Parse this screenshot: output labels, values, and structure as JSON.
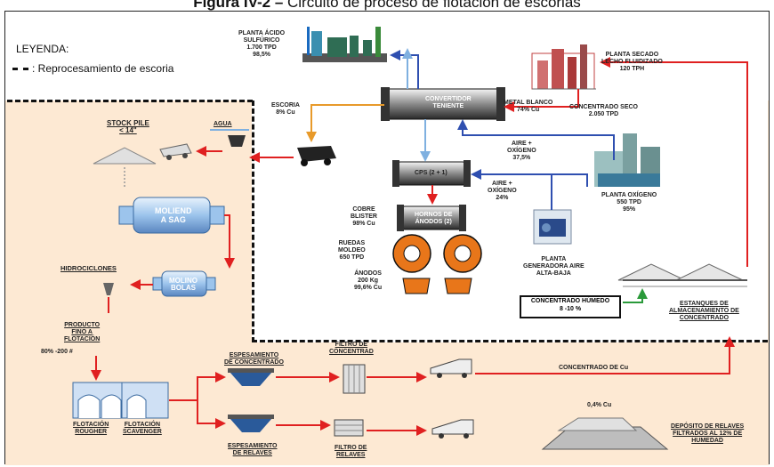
{
  "caption": {
    "prefix": "Figura IV-2 – ",
    "text": "Circuito de proceso de flotación de escorias"
  },
  "legend": {
    "title": "LEYENDA:",
    "item": ": Reprocesamiento de escoria"
  },
  "labels": {
    "planta_acido": [
      "PLANTA ÁCIDO",
      "SULFÚRICO",
      "1.700 TPD",
      "98,5%"
    ],
    "planta_secado": [
      "PLANTA SECADO",
      "LECHO FLUIDIZADO",
      "120 TPH"
    ],
    "escoria": [
      "ESCORIA",
      "8% Cu"
    ],
    "convertidor": [
      "CONVERTIDOR",
      "TENIENTE"
    ],
    "metal_blanco": [
      "METAL BLANCO",
      "74% Cu"
    ],
    "concentrado_seco": [
      "CONCENTRADO SECO",
      "2.050 TPD"
    ],
    "stock_pile": [
      "STOCK PILE",
      "< 14\""
    ],
    "agua": "AGUA",
    "aire_oxigeno_1": [
      "AIRE +",
      "OXÍGENO",
      "37,5%"
    ],
    "cps": "CPS (2 + 1)",
    "aire_oxigeno_2": [
      "AIRE +",
      "OXÍGENO",
      "24%"
    ],
    "planta_oxigeno": [
      "PLANTA OXÍGENO",
      "550 TPD",
      "95%"
    ],
    "molienda": [
      "MOLIEND",
      "A SAG"
    ],
    "cobre_blister": [
      "COBRE",
      "BLISTER",
      "98% Cu"
    ],
    "hornos": [
      "HORNOS DE",
      "ÁNODOS (2)"
    ],
    "ruedas": [
      "RUEDAS",
      "MOLDEO",
      "650 TPD"
    ],
    "anodos": [
      "ÁNODOS",
      "200 Kg",
      "99,6% Cu"
    ],
    "planta_generadora": [
      "PLANTA",
      "GENERADORA AIRE",
      "ALTA-BAJA"
    ],
    "hidrociclones": "HIDROCICLONES",
    "molino_bolas": [
      "MOLINO",
      "BOLAS"
    ],
    "concentrado_humedo": [
      "CONCENTRADO HÚMEDO",
      "8 -10 %"
    ],
    "estanques": [
      "ESTANQUES DE",
      "ALMACENAMIENTO DE",
      "CONCENTRADO"
    ],
    "producto_fino": [
      "PRODUCTO",
      "FINO A",
      "FLOTACIÓN"
    ],
    "malla": "80% -200 #",
    "espesamiento_conc": [
      "ESPESAMIENTO",
      "DE CONCENTRADO"
    ],
    "filtro_conc": [
      "FILTRO DE",
      "CONCENTRAD"
    ],
    "concentrado_cu": "CONCENTRADO DE Cu",
    "flotacion_rougher": [
      "FLOTACIÓN",
      "ROUGHER"
    ],
    "flotacion_scavenger": [
      "FLOTACIÓN",
      "SCAVENGER"
    ],
    "cu_04": "0,4% Cu",
    "espesamiento_rel": [
      "ESPESAMIENTO",
      "DE RELAVES"
    ],
    "filtro_rel": [
      "FILTRO DE",
      "RELAVES"
    ],
    "deposito": [
      "DEPÓSITO DE RELAVES",
      "FILTRADOS AL 12% DE",
      "HUMEDAD"
    ]
  },
  "colors": {
    "peach": "#fde9d3",
    "red_flow": "#e02020",
    "blue_flow": "#2f4fb0",
    "orange_flow": "#e89a2a",
    "green_flow": "#2a9a3a",
    "light_blue": "#7fb0e0"
  }
}
